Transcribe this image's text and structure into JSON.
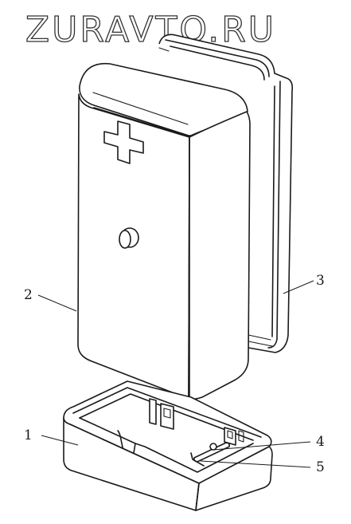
{
  "watermark": {
    "text": "ZURAVTO.RU"
  },
  "callouts": [
    {
      "id": "1",
      "label": "1"
    },
    {
      "id": "2",
      "label": "2"
    },
    {
      "id": "3",
      "label": "3"
    },
    {
      "id": "4",
      "label": "4"
    },
    {
      "id": "5",
      "label": "5"
    }
  ],
  "colors": {
    "ink": "#1a1a1a",
    "paper": "#ffffff"
  }
}
